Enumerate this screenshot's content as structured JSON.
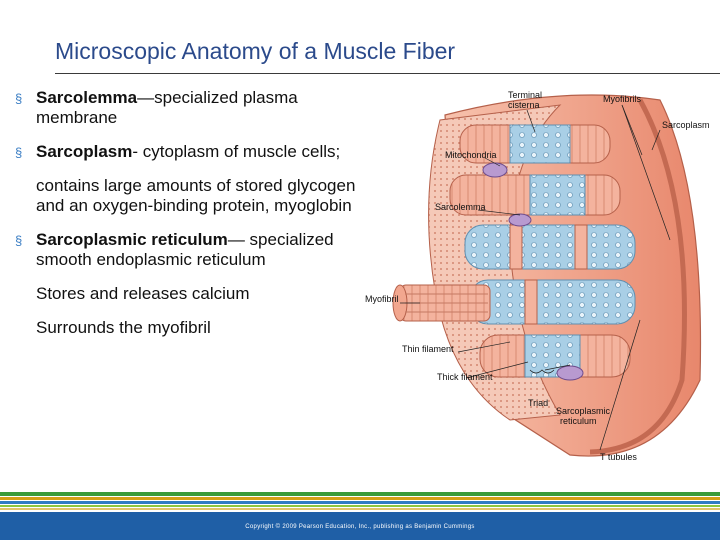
{
  "slide": {
    "title": "Microscopic Anatomy of a Muscle Fiber",
    "bullets": [
      {
        "term": "Sarcolemma",
        "text": "—specialized plasma membrane"
      },
      {
        "term": "Sarcoplasm",
        "text": "- cytoplasm of muscle cells;"
      },
      {
        "term": "Sarcoplasmic reticulum",
        "text": "— specialized smooth endoplasmic reticulum"
      }
    ],
    "subpoints": [
      "contains large amounts of stored glycogen and an oxygen-binding protein, myoglobin",
      "Stores and releases calcium",
      "Surrounds the myofibril"
    ],
    "bullet_marker": "§",
    "copyright": "Copyright © 2009 Pearson Education, Inc., publishing as Benjamin Cummings"
  },
  "figure": {
    "labels": {
      "terminal_cisterna": [
        "Terminal",
        "cisterna"
      ],
      "myofibrils": "Myofibrils",
      "sarcoplasm": "Sarcoplasm",
      "mitochondria": "Mitochondria",
      "sarcolemma": "Sarcolemma",
      "myofibril": "Myofibril",
      "thin_filament": "Thin filament",
      "thick_filament": "Thick filament",
      "triad": "Triad",
      "sarcoplasmic_reticulum": [
        "Sarcoplasmic",
        "reticulum"
      ],
      "t_tubules": "T tubules"
    }
  },
  "colors": {
    "title": "#2b4a8b",
    "bullet_marker": "#3b7ec4",
    "footer_band": "#1f5fa6",
    "muscle_pink": "#f2a78f",
    "reticulum_blue": "#a9cfe6",
    "mitochondria_purple": "#b89ad0"
  }
}
